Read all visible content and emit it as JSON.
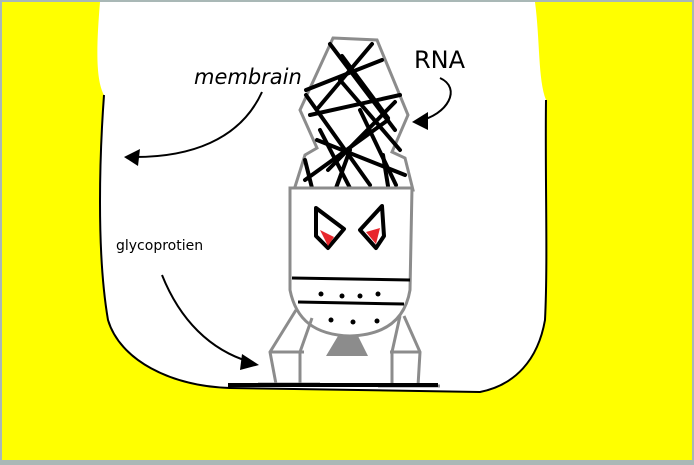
{
  "drawing": {
    "labels": {
      "membrane": "membrain",
      "rna": "RNA",
      "glycoprotein": "glycoprotien"
    },
    "colors": {
      "background_fill": "#ffff00",
      "cell_interior": "#ffffff",
      "outline": "#000000",
      "capsid_stroke": "#8c8c8c",
      "eye_red": "#e8262c",
      "frame": "#a9b8b6"
    }
  }
}
